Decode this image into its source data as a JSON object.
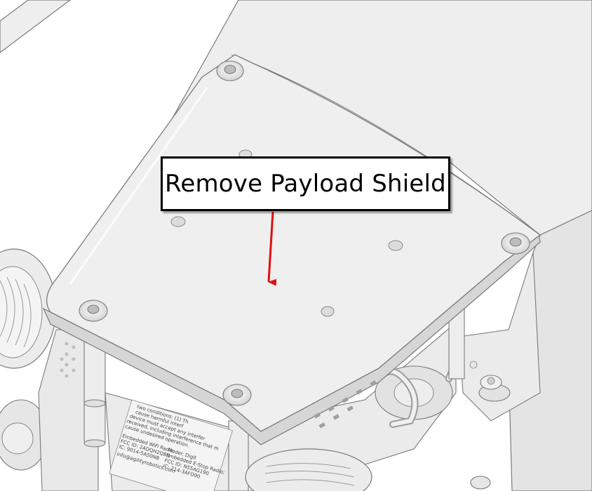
{
  "callout": {
    "text": "Remove Payload Shield",
    "arrow_color": "#e01010"
  },
  "label_text": {
    "lines": [
      "two conditions: (1) Th",
      "cause harmful interf",
      "device must accept any interfer",
      "received, including interference that m",
      "cause undesired operation.",
      "Embedded WiFi Radio:",
      "FCC ID: 2ADQH2Q8N",
      "IC: 9014-5A50N8",
      "info@agilityrobotics.com",
      "Model: Digit",
      "Embedded E-Stop Radio:",
      "FCC ID: N55AG190",
      "IC: 214-3AFO90"
    ]
  },
  "colors": {
    "part_fill": "#efefef",
    "part_light": "#f7f7f7",
    "part_shade": "#d9d9d9",
    "edge": "#7a7a7a"
  }
}
